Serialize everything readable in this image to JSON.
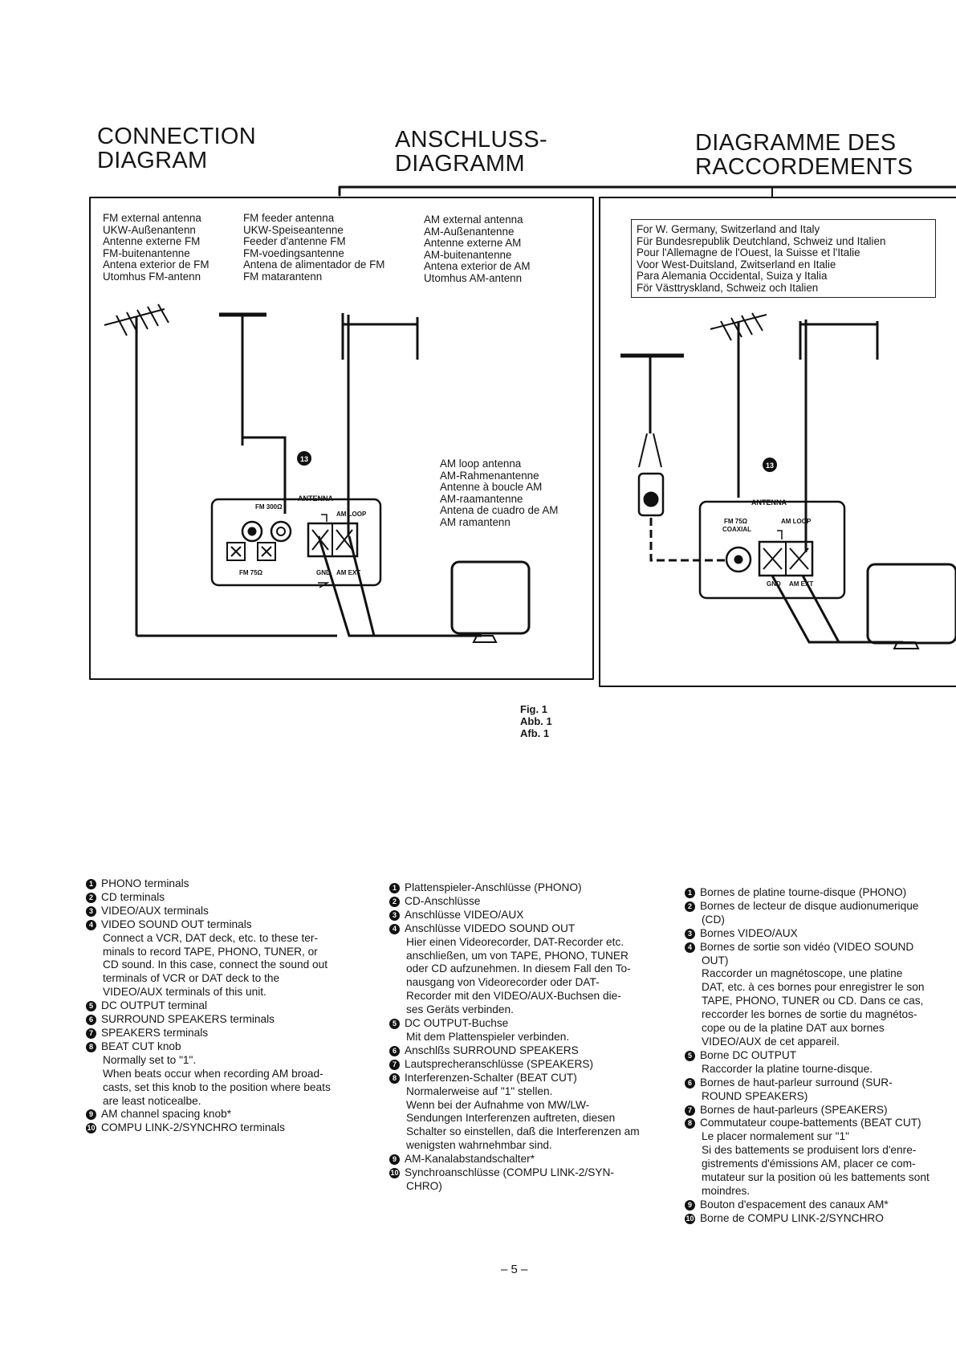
{
  "headings": {
    "en": [
      "CONNECTION",
      "DIAGRAM"
    ],
    "de": [
      "ANSCHLUSS-",
      "DIAGRAMM"
    ],
    "fr": [
      "DIAGRAMME DES",
      "RACCORDEMENTS"
    ]
  },
  "diagram": {
    "fm_external": [
      "FM external antenna",
      "UKW-Außenantenn",
      "Antenne externe FM",
      "FM-buitenantenne",
      "Antena exterior de FM",
      "Utomhus FM-antenn"
    ],
    "fm_feeder": [
      "FM feeder antenna",
      "UKW-Speiseantenne",
      "Feeder d'antenne FM",
      "FM-voedingsantenne",
      "Antena de alimentador de FM",
      "FM matarantenn"
    ],
    "am_external": [
      "AM external antenna",
      "AM-Außenantenne",
      "Antenne externe AM",
      "AM-buitenantenne",
      "Antena exterior de AM",
      "Utomhus AM-antenn"
    ],
    "am_loop": [
      "AM loop antenna",
      "AM-Rahmenantenne",
      "Antenne à boucle AM",
      "AM-raamantenne",
      "Antena de cuadro de AM",
      "AM ramantenn"
    ],
    "region_box": [
      "For W. Germany, Switzerland and Italy",
      "Für Bundesrepublik Deutchland, Schweiz und Italien",
      "Pour l'Allemagne de l'Ouest, la Suisse et l'Italie",
      "Voor West-Duitsland, Zwitserland en Italie",
      "Para Alemania Occidental, Suiza y Italia",
      "För Västtryskland, Schweiz och Italien"
    ],
    "panel_left": {
      "antenna": "ANTENNA",
      "fm300": "FM 300Ω",
      "fm75": "FM 75Ω",
      "am_loop": "AM LOOP",
      "gnd": "GND",
      "am_ext": "AM EXT",
      "callout": "13"
    },
    "panel_right": {
      "antenna": "ANTENNA",
      "fm75": "FM 75Ω",
      "coaxial": "COAXIAL",
      "am_loop": "AM LOOP",
      "gnd": "GND",
      "am_ext": "AM EXT",
      "callout": "13"
    }
  },
  "figure_caption": [
    "Fig. 1",
    "Abb. 1",
    "Afb. 1"
  ],
  "legend_en": [
    {
      "n": "1",
      "text": "PHONO terminals",
      "body": []
    },
    {
      "n": "2",
      "text": "CD terminals",
      "body": []
    },
    {
      "n": "3",
      "text": "VIDEO/AUX terminals",
      "body": []
    },
    {
      "n": "4",
      "text": "VIDEO SOUND OUT terminals",
      "body": [
        "Connect a VCR, DAT deck, etc. to these ter-",
        "minals to record TAPE, PHONO, TUNER, or",
        "CD sound. In this case, connect the sound out",
        "terminals of VCR or DAT deck to the",
        "VIDEO/AUX terminals of this unit."
      ]
    },
    {
      "n": "5",
      "text": "DC OUTPUT terminal",
      "body": []
    },
    {
      "n": "6",
      "text": "SURROUND SPEAKERS terminals",
      "body": []
    },
    {
      "n": "7",
      "text": "SPEAKERS terminals",
      "body": []
    },
    {
      "n": "8",
      "text": "BEAT CUT knob",
      "body": [
        "Normally set to \"1\".",
        "When beats occur when recording AM broad-",
        "casts, set this knob to the position where beats",
        "are least noticealbe."
      ]
    },
    {
      "n": "9",
      "text": "AM channel spacing knob*",
      "body": []
    },
    {
      "n": "10",
      "text": "COMPU LINK-2/SYNCHRO terminals",
      "body": []
    }
  ],
  "legend_de": [
    {
      "n": "1",
      "text": "Plattenspieler-Anschlüsse (PHONO)",
      "body": []
    },
    {
      "n": "2",
      "text": "CD-Anschlüsse",
      "body": []
    },
    {
      "n": "3",
      "text": "Anschlüsse VIDEO/AUX",
      "body": []
    },
    {
      "n": "4",
      "text": "Anschlüsse VIDEDO SOUND OUT",
      "body": [
        "Hier einen Videorecorder, DAT-Recorder etc.",
        "anschließen, um von TAPE, PHONO, TUNER",
        "oder CD aufzunehmen. In diesem Fall den To-",
        "nausgang von Videorecorder oder DAT-",
        "Recorder mit den VIDEO/AUX-Buchsen die-",
        "ses Geräts verbinden."
      ]
    },
    {
      "n": "5",
      "text": "DC OUTPUT-Buchse",
      "body": [
        "Mit dem Plattenspieler verbinden."
      ]
    },
    {
      "n": "6",
      "text": "Anschlßs SURROUND SPEAKERS",
      "body": []
    },
    {
      "n": "7",
      "text": "Lautsprecheranschlüsse (SPEAKERS)",
      "body": []
    },
    {
      "n": "8",
      "text": "Interferenzen-Schalter (BEAT CUT)",
      "body": [
        "Normalerweise auf \"1\" stellen.",
        "Wenn bei der Aufnahme von MW/LW-",
        "Sendungen Interferenzen auftreten, diesen",
        "Schalter so einstellen, daß die Interferenzen am",
        "wenigsten wahrnehmbar sind."
      ]
    },
    {
      "n": "9",
      "text": "AM-Kanalabstandschalter*",
      "body": []
    },
    {
      "n": "10",
      "text": "Synchroanschlüsse (COMPU LINK-2/SYN-",
      "body": [
        "CHRO)"
      ]
    }
  ],
  "legend_fr": [
    {
      "n": "1",
      "text": "Bornes de platine tourne-disque (PHONO)",
      "body": []
    },
    {
      "n": "2",
      "text": "Bornes de lecteur de disque audionumerique",
      "body": [
        "(CD)"
      ]
    },
    {
      "n": "3",
      "text": "Bornes VIDEO/AUX",
      "body": []
    },
    {
      "n": "4",
      "text": "Bornes de sortie son vidéo (VIDEO SOUND",
      "body": [
        "OUT)",
        "Raccorder un magnétoscope, une platine",
        "DAT, etc. à ces bornes pour enregistrer le son",
        "TAPE, PHONO, TUNER ou CD. Dans ce cas,",
        "reccorder les bornes de sortie du magnétos-",
        "cope ou de la platine DAT aux bornes",
        "VIDEO/AUX de cet appareil."
      ]
    },
    {
      "n": "5",
      "text": "Borne DC OUTPUT",
      "body": [
        "Raccorder la platine tourne-disque."
      ]
    },
    {
      "n": "6",
      "text": "Bornes de haut-parleur surround (SUR-",
      "body": [
        "ROUND SPEAKERS)"
      ]
    },
    {
      "n": "7",
      "text": "Bornes de haut-parleurs (SPEAKERS)",
      "body": []
    },
    {
      "n": "8",
      "text": "Commutateur coupe-battements (BEAT CUT)",
      "body": [
        "Le placer normalement sur \"1\"",
        "Si des battements se produisent lors d'enre-",
        "gistrements d'émissions AM, placer ce com-",
        "mutateur sur la position où les battements sont",
        "moindres."
      ]
    },
    {
      "n": "9",
      "text": "Bouton d'espacement des canaux AM*",
      "body": []
    },
    {
      "n": "10",
      "text": "Borne de COMPU LINK-2/SYNCHRO",
      "body": []
    }
  ],
  "page_number": "– 5 –"
}
